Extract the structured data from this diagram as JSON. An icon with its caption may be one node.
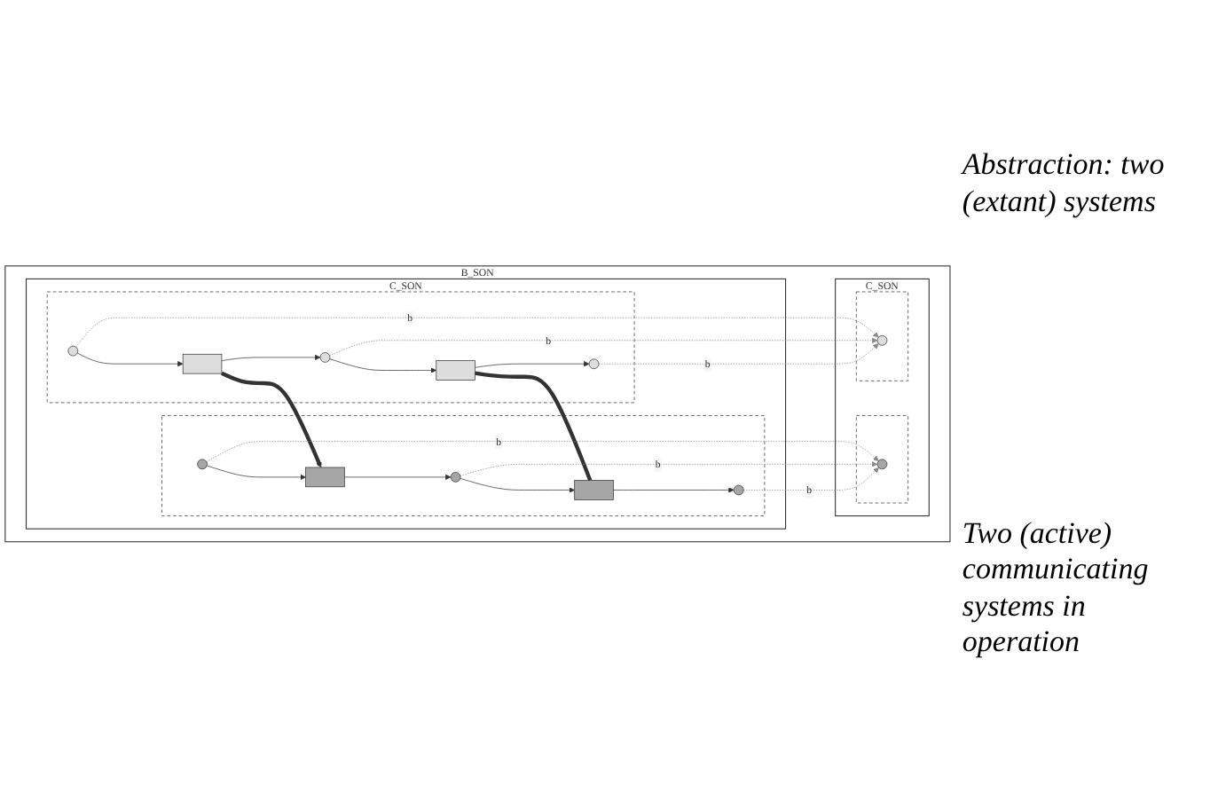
{
  "diagram": {
    "nodes": [
      {
        "text": [
          "B_SON"
        ]
      },
      {
        "text": [
          "C_SON"
        ],
        "in": 0
      },
      {
        "text": [],
        "shape": "box",
        "in": 1
      },
      {
        "text": [],
        "shape": "circle",
        "in": 2
      },
      {
        "text": [],
        "shape": "box",
        "in": 1
      },
      {
        "text": [],
        "shape": "circle",
        "in": 4
      },
      {
        "text": [
          "C_SON"
        ],
        "in": 0
      },
      {
        "text": [],
        "shape": "box",
        "in": 6
      },
      {
        "text": [],
        "shape": "circle",
        "in": 7
      },
      {
        "text": [],
        "shape": "box",
        "in": 7
      },
      {
        "text": [],
        "shape": "circle",
        "in": 7
      },
      {
        "text": [],
        "shape": "box",
        "in": 7
      },
      {
        "text": [],
        "shape": "circle",
        "in": 7
      },
      {
        "text": [],
        "shape": "box",
        "in": 6
      },
      {
        "text": [],
        "shape": "circle",
        "in": 13
      },
      {
        "text": [],
        "shape": "box",
        "in": 13
      },
      {
        "text": [],
        "shape": "circle",
        "in": 13
      },
      {
        "text": [],
        "shape": "box",
        "in": 13
      },
      {
        "text": [],
        "shape": "circle",
        "in": 13
      }
    ],
    "edges": [
      {
        "from": 8,
        "to": 9,
        "arrow": "to"
      },
      {
        "from": 9,
        "to": 10,
        "arrow": "to"
      },
      {
        "from": 10,
        "to": 11,
        "arrow": "to"
      },
      {
        "from": 11,
        "to": 12,
        "arrow": "to"
      },
      {
        "from": 14,
        "to": 15,
        "arrow": "to"
      },
      {
        "from": 15,
        "to": 16,
        "arrow": "to"
      },
      {
        "from": 16,
        "to": 17,
        "arrow": "to"
      },
      {
        "from": 17,
        "to": 18,
        "arrow": "to"
      },
      {
        "from": 9,
        "to": 15,
        "arrow": "to",
        "style": "thick",
        "color": "#333333"
      },
      {
        "from": 11,
        "to": 17,
        "arrow": "none",
        "style": "thick",
        "color": "#333333"
      },
      {
        "from": 8,
        "to": 3,
        "label": "b",
        "arrow": "to",
        "style": "dashed",
        "color": "#888888"
      },
      {
        "from": 10,
        "to": 3,
        "label": "b",
        "arrow": "to",
        "style": "dashed",
        "color": "#888888"
      },
      {
        "from": 12,
        "to": 3,
        "label": "b",
        "arrow": "to",
        "style": "dashed",
        "color": "#888888"
      },
      {
        "from": 14,
        "to": 5,
        "label": "b",
        "arrow": "to",
        "style": "dashed",
        "color": "#888888"
      },
      {
        "from": 16,
        "to": 5,
        "label": "b",
        "arrow": "to",
        "style": "dashed",
        "color": "#888888"
      },
      {
        "from": 18,
        "to": 5,
        "label": "b",
        "arrow": "to",
        "style": "dashed",
        "color": "#888888"
      }
    ],
    "labels": [
      "Abstraction: two (extant) systems",
      "Two (active) communicating systems in operation"
    ]
  }
}
